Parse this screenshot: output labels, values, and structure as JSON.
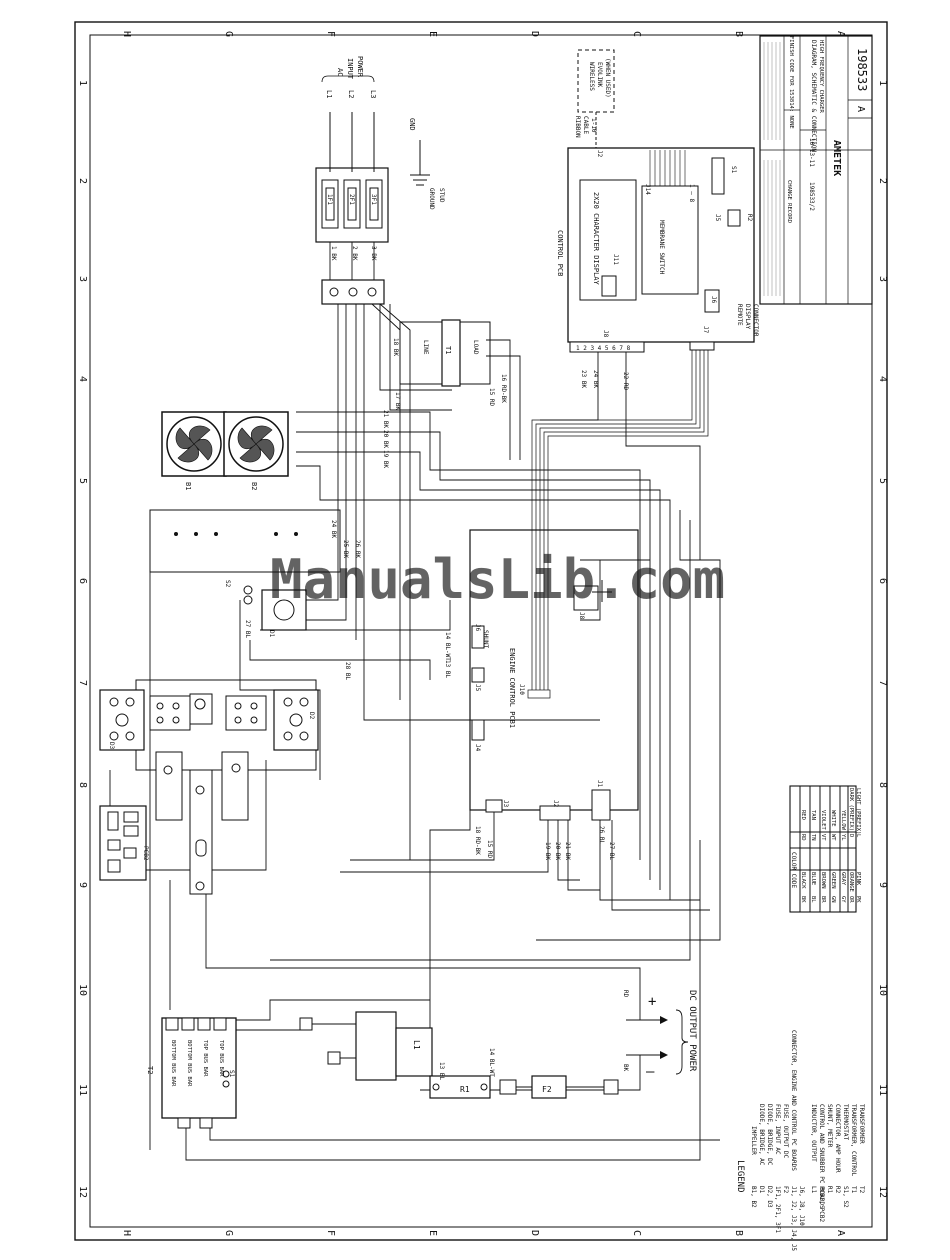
{
  "zones": {
    "top": [
      "H",
      "G",
      "F",
      "E",
      "D",
      "C",
      "B",
      "A"
    ],
    "rows": [
      "1",
      "2",
      "3",
      "4",
      "5",
      "6",
      "7",
      "8",
      "9",
      "10",
      "11",
      "12"
    ]
  },
  "ac_input": {
    "label_a": "AC",
    "label_b": "INPUT",
    "label_c": "POWER",
    "lines": [
      "L1",
      "L2",
      "L3"
    ],
    "fuses": [
      "1F1",
      "2F1",
      "3F1"
    ]
  },
  "ground": {
    "gnd": "GND",
    "stud_a": "GROUND",
    "stud_b": "STUD"
  },
  "terminal_marks": [
    "1 BK",
    "2 BK",
    "3 BK"
  ],
  "transformer_t1": {
    "name": "T1",
    "line": "LINE",
    "load": "LOAD",
    "wire_18": "18 BK",
    "wire_17": "17 BK",
    "wire_15": "15 RD",
    "wire_16": "16 RD-BK"
  },
  "wires_mid": {
    "w21": "21 BK",
    "w20": "20 BK",
    "w19": "19 BK",
    "w24": "24 BK",
    "w25": "25 BK",
    "w26": "26 BK",
    "w27": "27 BL",
    "w28": "28 BL"
  },
  "fans": [
    "B1",
    "B2"
  ],
  "control_pcb": {
    "title": "CONTROL PCB",
    "display": "2X20 CHARACTER DISPLAY",
    "j11": "J11",
    "membrane": "MEMBRANE SWITCH",
    "j14": "J14",
    "pins_1_8": "1 — 8",
    "s1": "S1",
    "j5": "J5",
    "r2": "R2",
    "j2": "J2",
    "j6": "J6",
    "j7": "J7",
    "j8": "J8",
    "pins": "1 2 3 4 5 6 7 8",
    "w23": "23 BK",
    "w24": "24 BK",
    "w22": "22 RD",
    "remote_a": "REMOTE",
    "remote_b": "DISPLAY",
    "remote_c": "CONNECTOR"
  },
  "wireless": {
    "ribbon_a": "RIBBON",
    "ribbon_b": "CABLE",
    "ribbon_c": "1-10",
    "box_a": "WIRELESS",
    "box_b": "EVOLINK",
    "box_c": "(WHEN USED)"
  },
  "engine_pcb": {
    "title": "ENGINE CONTROL PCB1",
    "j10": "J10",
    "j6": "J6",
    "shunt": "SHUNT",
    "w14": "14 BL-WT",
    "w13": "13 BL",
    "j5": "J5",
    "j4": "J4",
    "j3": "J3",
    "j2": "J2",
    "j1": "J1",
    "w18": "18 RD-BK",
    "w15": "15 RD",
    "w19": "19 BK",
    "w20": "20 BK",
    "w21": "21 BK",
    "w26": "26 BL",
    "w27": "27 BL"
  },
  "diodes": {
    "d1": "D1",
    "s2": "S2",
    "d2": "D2",
    "d3": "D3",
    "w27": "27 BL",
    "w28": "28 BL",
    "pcb2": "PCB2"
  },
  "output": {
    "t2": "T2",
    "bars": [
      "BOTTOM BUS BAR",
      "BOTTOM BUS BAR",
      "TOP BUS BAR",
      "TOP BUS BAR"
    ],
    "s1": "S1",
    "l1": "L1",
    "r1": "R1",
    "f2": "F2",
    "w13": "13 BL",
    "w14": "14 BL-WT",
    "rd": "RD",
    "bk": "BK",
    "plus": "+",
    "minus": "—",
    "dc": "DC OUTPUT POWER"
  },
  "color_code": {
    "title": "COLOR CODE",
    "rows": [
      [
        "BK",
        "BLACK",
        "RD",
        "RED"
      ],
      [
        "BL",
        "BLUE",
        "TN",
        "TAN"
      ],
      [
        "BR",
        "BROWN",
        "VT",
        "VIOLET"
      ],
      [
        "GN",
        "GREEN",
        "WT",
        "WHITE"
      ],
      [
        "GY",
        "GRAY",
        "YL",
        "YELLOW"
      ],
      [
        "OR",
        "ORANGE",
        "D",
        "DARK (PREFIX)"
      ],
      [
        "PK",
        "PINK",
        "L",
        "LIGHT (PREFIX)"
      ]
    ]
  },
  "legend": {
    "title": "LEGEND",
    "rows": [
      [
        "B1, B2",
        "IMPELLER"
      ],
      [
        "D1",
        "DIODE, BRIDGE, AC"
      ],
      [
        "D2, D3",
        "DIODE, BRIDGE, DC"
      ],
      [
        "1F1, 2F1, 3F1",
        "FUSE, INPUT AC"
      ],
      [
        "F2",
        "FUSE, OUTPUT DC"
      ],
      [
        "J1, J2, J3, J4, J5",
        "CONNECTOR, ENGINE AND CONTROL PC BOARDS"
      ],
      [
        "J6, J8, J10",
        ""
      ],
      [
        "L1",
        "INDUCTOR, OUTPUT"
      ],
      [
        "PCB1, PCB2",
        "CONTROL AND SNUBBER PC BOARDS"
      ],
      [
        "R1",
        "SHUNT, METER"
      ],
      [
        "R2",
        "CONNECTOR, AMP HOUR"
      ],
      [
        "S1, S2",
        "THERMOSTAT"
      ],
      [
        "T1",
        "TRANSFORMER, CONTROL"
      ],
      [
        "T2",
        "TRANSFORMER"
      ]
    ]
  },
  "title_block": {
    "company": "AMETEK",
    "title_a": "DIAGRAM, SCHEMATIC & CONNECTION",
    "title_b": "HIGH FREQUENCY CHARGER",
    "finish": "FINISH CODE FOR 153814: NONE",
    "dwg": "198533",
    "size": "A",
    "date": "10-13-11",
    "ref": "198533/2",
    "change_record": "CHANGE RECORD"
  },
  "watermark": "ManualsLib.com"
}
